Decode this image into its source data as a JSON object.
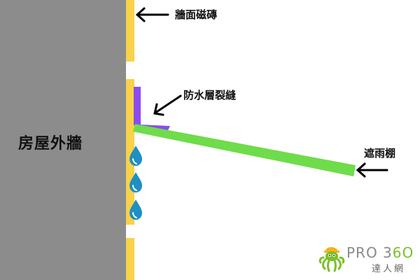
{
  "labels": {
    "wall": "房屋外牆",
    "tile": "牆面磁磚",
    "crack": "防水層裂縫",
    "canopy": "遮雨棚"
  },
  "logo": {
    "brand_prefix": "PRO 3",
    "brand_suffix": "6O",
    "subtitle": "達人網"
  },
  "colors": {
    "wall": "#8c8c8c",
    "tile": "#f7d24a",
    "waterproof_layer": "#8a4cf0",
    "canopy": "#6fdc4b",
    "water_drop": "#1f8fc4",
    "arrow": "#000000",
    "logo_green": "#7bbf2a",
    "logo_gray": "#8a8a8a"
  },
  "icons": {
    "arrow": "left-pointing-arrow-icon",
    "drop": "water-drop-icon",
    "mascot": "octopus-mascot-icon"
  },
  "drops_count": 3
}
